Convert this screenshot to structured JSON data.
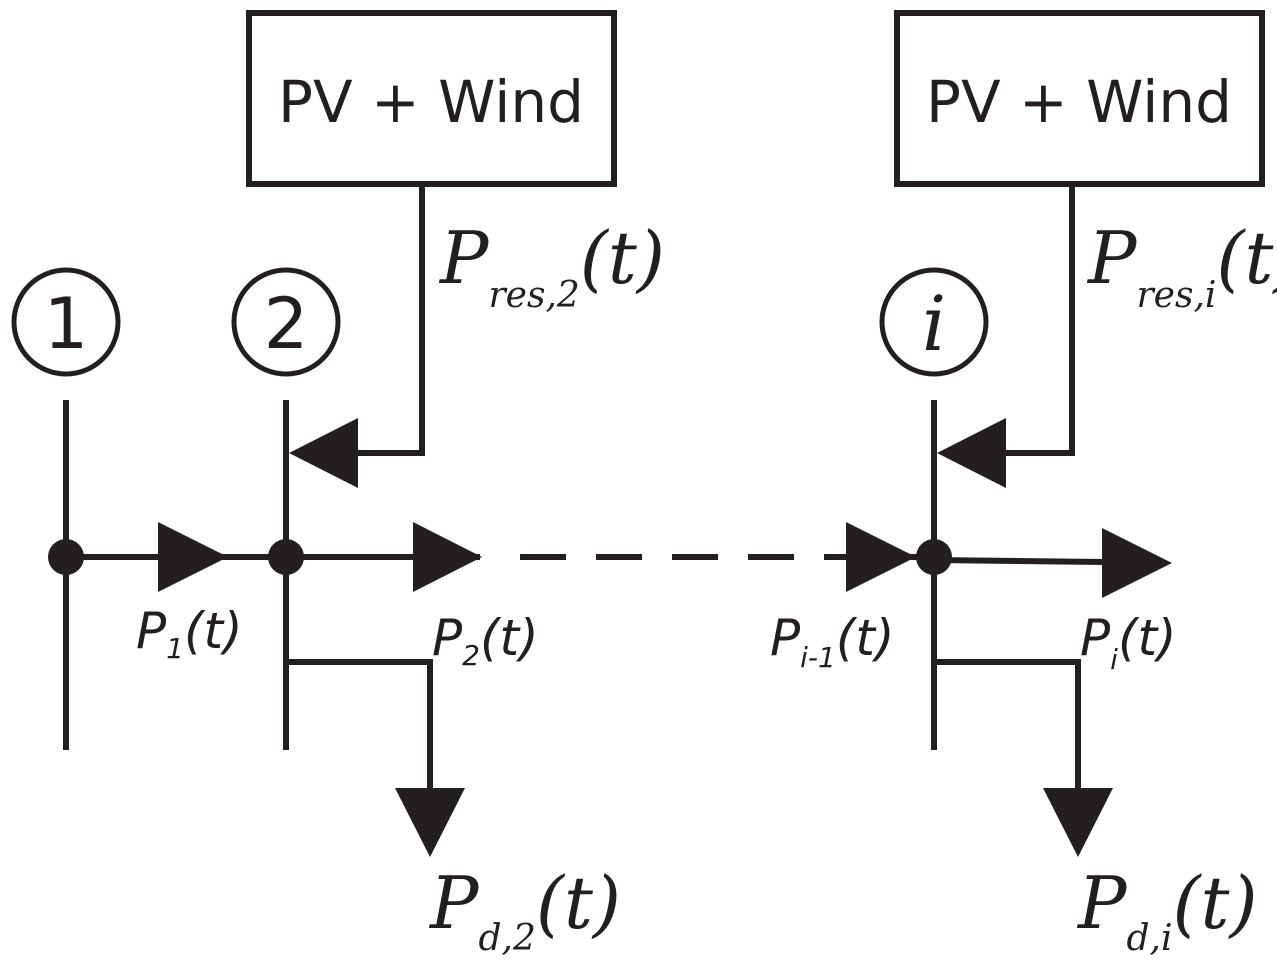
{
  "sources": [
    {
      "label": "PV + Wind"
    },
    {
      "label": "PV + Wind"
    }
  ],
  "buses": [
    {
      "label": "1",
      "style": "upright"
    },
    {
      "label": "2",
      "style": "upright"
    },
    {
      "label": "i",
      "style": "italic"
    }
  ],
  "injections": [
    {
      "base": "P",
      "sub": "res,2",
      "tail": "(t)"
    },
    {
      "base": "P",
      "sub": "res,i",
      "tail": "(t)"
    }
  ],
  "line_flows": [
    {
      "base": "P",
      "sub": "1",
      "tail": "(t)"
    },
    {
      "base": "P",
      "sub": "2",
      "tail": "(t)"
    },
    {
      "base": "P",
      "sub": "i-1",
      "tail": "(t)"
    },
    {
      "base": "P",
      "sub": "i",
      "tail": "(t)"
    }
  ],
  "demands": [
    {
      "base": "P",
      "sub": "d,2",
      "tail": "(t)"
    },
    {
      "base": "P",
      "sub": "d,i",
      "tail": "(t)"
    }
  ],
  "colors": {
    "ink": "#231f20",
    "background": "#ffffff"
  }
}
